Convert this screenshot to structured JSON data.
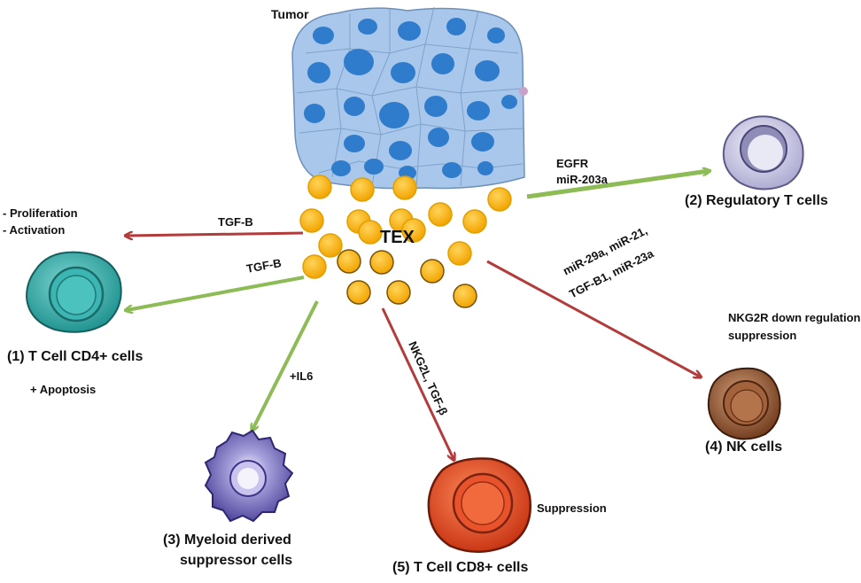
{
  "tumor_label": "Tumor",
  "tex_label": "TEX",
  "cells": {
    "treg": "(2) Regulatory T cells",
    "cd4": "(1) T Cell CD4+  cells",
    "mdsc_line1": "(3) Myeloid derived",
    "mdsc_line2": "suppressor cells",
    "cd8": "(5) T Cell CD8+  cells",
    "nk": "(4) NK cells"
  },
  "arrows": {
    "treg_line1": "EGFR",
    "treg_line2": "miR-203a",
    "prolif_label": "TGF-B",
    "cd4_label": "TGF-B",
    "mdsc_label": "+IL6",
    "cd8_label": "NKG2L, TGF-β",
    "nk_line1": "miR-29a, miR-21,",
    "nk_line2": "TGF-B1, miR-23a"
  },
  "effects": {
    "prolif_line1": "- Proliferation",
    "prolif_line2": "-    Activation",
    "apoptosis": "+ Apoptosis",
    "nk_line1": "NKG2R down regulation",
    "nk_line2": "suppression",
    "cd8": "Suppression"
  },
  "colors": {
    "tumor_fill": "#a9c7ea",
    "tumor_nucleus": "#2f7ccc",
    "exosome": "#ffb300",
    "green_arrow": "#8dbb55",
    "red_arrow": "#b33b3b",
    "cd4_cell": "#2aa7a4",
    "treg_cell": "#b8b6d8",
    "mdsc_cell": "#5b4fa8",
    "cd8_cell": "#e0401c",
    "nk_cell": "#8a4a26"
  }
}
